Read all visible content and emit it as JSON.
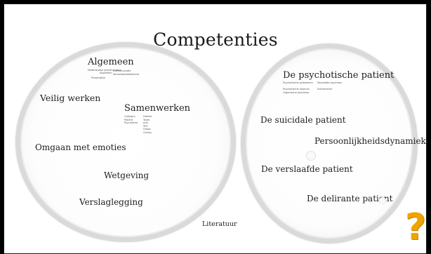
{
  "title": "Competenties",
  "left_group": {
    "items": [
      {
        "label": "Algemeen",
        "sub": [
          [
            "Nederlandse grondhouding",
            "Algemeen",
            "Communicatie",
            "Verantwoordelijkheid",
            "Presentatie"
          ]
        ]
      },
      {
        "label": "Veilig werken",
        "sub": []
      },
      {
        "label": "Samenwerken",
        "sub": [
          [
            "Collega's",
            "Patiënt",
            "Psychiatrie"
          ],
          [
            "Familie",
            "Team",
            "Arts",
            "SPV",
            "Groep",
            "Overig"
          ]
        ]
      },
      {
        "label": "Omgaan met emoties",
        "sub": []
      },
      {
        "label": "Wetgeving",
        "sub": []
      },
      {
        "label": "Verslaglegging",
        "sub": []
      }
    ]
  },
  "right_group": {
    "items": [
      {
        "label": "De psychotische patient",
        "sub": [
          [
            "Psychotische problemen",
            "Psychotische stoornis",
            "Organische psychose"
          ],
          [
            "Paranoïde psychose",
            "Schizofrenie"
          ]
        ]
      },
      {
        "label": "De suicidale patient",
        "sub": []
      },
      {
        "label": "Persoonlijkheidsdynamiek",
        "sub": []
      },
      {
        "label": "De verslaafde patient",
        "sub": []
      },
      {
        "label": "De delirante patient",
        "sub": []
      }
    ]
  },
  "footer_link": "Literatuur",
  "help": {
    "icon": "question-mark-icon",
    "glyph": "?",
    "color": "#f0a400"
  }
}
